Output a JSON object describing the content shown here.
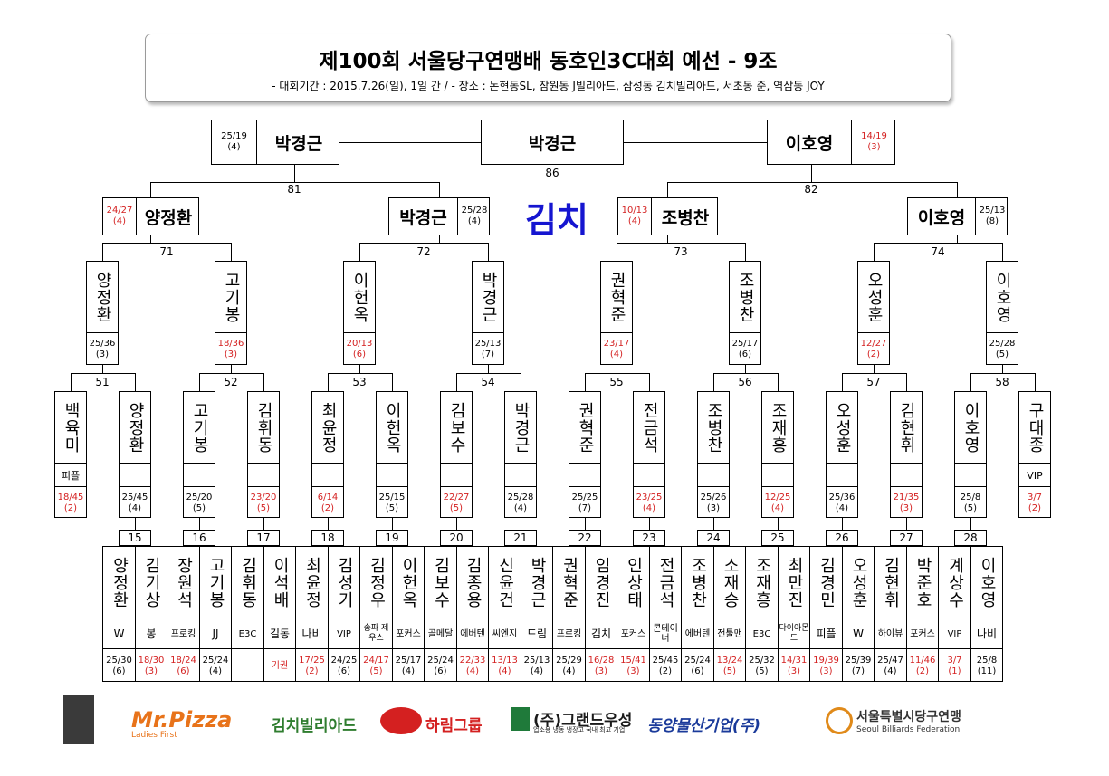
{
  "header": {
    "title": "제100회 서울당구연맹배 동호인3C대회 예선 - 9조",
    "subtitle": "- 대회기간 : 2015.7.26(일), 1일 간 / - 장소 : 논현동SL, 잠원동 J빌리아드, 삼성동 김치빌리아드, 서초동 준, 역삼동 JOY"
  },
  "venue_label": "김치",
  "final": {
    "left": {
      "name": "박경근",
      "score": "25/19",
      "avg": "(4)",
      "red": false
    },
    "center": {
      "name": "박경근",
      "match": "86"
    },
    "right": {
      "name": "이호영",
      "score": "14/19",
      "avg": "(3)",
      "red": true
    }
  },
  "semis": [
    {
      "match": "81",
      "left": {
        "name": "양정환",
        "score": "24/27",
        "avg": "(4)",
        "red": true
      },
      "right": {
        "name": "박경근",
        "score": "25/28",
        "avg": "(4)",
        "red": false
      }
    },
    {
      "match": "82",
      "left": {
        "name": "조병찬",
        "score": "10/13",
        "avg": "(4)",
        "red": true
      },
      "right": {
        "name": "이호영",
        "score": "25/13",
        "avg": "(8)",
        "red": false
      }
    }
  ],
  "quarters": [
    {
      "match": "71",
      "p": [
        {
          "name": "양정환",
          "score": "25/36",
          "avg": "(3)",
          "red": false
        },
        {
          "name": "고기봉",
          "score": "18/36",
          "avg": "(3)",
          "red": true
        }
      ]
    },
    {
      "match": "72",
      "p": [
        {
          "name": "이헌옥",
          "score": "20/13",
          "avg": "(6)",
          "red": true
        },
        {
          "name": "박경근",
          "score": "25/13",
          "avg": "(7)",
          "red": false
        }
      ]
    },
    {
      "match": "73",
      "p": [
        {
          "name": "권혁준",
          "score": "23/17",
          "avg": "(4)",
          "red": true
        },
        {
          "name": "조병찬",
          "score": "25/17",
          "avg": "(6)",
          "red": false
        }
      ]
    },
    {
      "match": "74",
      "p": [
        {
          "name": "오성훈",
          "score": "12/27",
          "avg": "(2)",
          "red": true
        },
        {
          "name": "이호영",
          "score": "25/28",
          "avg": "(5)",
          "red": false
        }
      ]
    }
  ],
  "round16": [
    {
      "match": "51",
      "p": [
        {
          "name": "백육미",
          "club": "피플",
          "score": "18/45",
          "avg": "(2)",
          "red": true
        },
        {
          "name": "양정환",
          "club": "",
          "score": "25/45",
          "avg": "(4)",
          "red": false
        }
      ]
    },
    {
      "match": "52",
      "p": [
        {
          "name": "고기봉",
          "club": "",
          "score": "25/20",
          "avg": "(5)",
          "red": false
        },
        {
          "name": "김휘동",
          "club": "",
          "score": "23/20",
          "avg": "(5)",
          "red": true
        }
      ]
    },
    {
      "match": "53",
      "p": [
        {
          "name": "최윤정",
          "club": "",
          "score": "6/14",
          "avg": "(2)",
          "red": true
        },
        {
          "name": "이헌옥",
          "club": "",
          "score": "25/15",
          "avg": "(5)",
          "red": false
        }
      ]
    },
    {
      "match": "54",
      "p": [
        {
          "name": "김보수",
          "club": "",
          "score": "22/27",
          "avg": "(5)",
          "red": true
        },
        {
          "name": "박경근",
          "club": "",
          "score": "25/28",
          "avg": "(4)",
          "red": false
        }
      ]
    },
    {
      "match": "55",
      "p": [
        {
          "name": "권혁준",
          "club": "",
          "score": "25/25",
          "avg": "(7)",
          "red": false
        },
        {
          "name": "전금석",
          "club": "",
          "score": "23/25",
          "avg": "(4)",
          "red": true
        }
      ]
    },
    {
      "match": "56",
      "p": [
        {
          "name": "조병찬",
          "club": "",
          "score": "25/26",
          "avg": "(3)",
          "red": false
        },
        {
          "name": "조재흥",
          "club": "",
          "score": "12/25",
          "avg": "(4)",
          "red": true
        }
      ]
    },
    {
      "match": "57",
      "p": [
        {
          "name": "오성훈",
          "club": "",
          "score": "25/36",
          "avg": "(4)",
          "red": false
        },
        {
          "name": "김현휘",
          "club": "",
          "score": "21/35",
          "avg": "(3)",
          "red": true
        }
      ]
    },
    {
      "match": "58",
      "p": [
        {
          "name": "이호영",
          "club": "",
          "score": "25/8",
          "avg": "(5)",
          "red": false
        },
        {
          "name": "구대종",
          "club": "VIP",
          "score": "3/7",
          "avg": "(2)",
          "red": true
        }
      ]
    }
  ],
  "round32": [
    {
      "match": "15",
      "p": [
        {
          "name": "양정환",
          "club": "W",
          "score": "25/30",
          "avg": "(6)",
          "red": false
        },
        {
          "name": "김기상",
          "club": "봉",
          "score": "18/30",
          "avg": "(3)",
          "red": true
        }
      ]
    },
    {
      "match": "16",
      "p": [
        {
          "name": "장원석",
          "club": "프로킹",
          "score": "18/24",
          "avg": "(6)",
          "red": true
        },
        {
          "name": "고기봉",
          "club": "JJ",
          "score": "25/24",
          "avg": "(4)",
          "red": false
        }
      ]
    },
    {
      "match": "17",
      "p": [
        {
          "name": "김휘동",
          "club": "E3C",
          "score": "",
          "avg": "",
          "red": false
        },
        {
          "name": "이석배",
          "club": "길동",
          "score": "",
          "avg": "기권",
          "red": true
        }
      ]
    },
    {
      "match": "18",
      "p": [
        {
          "name": "최윤정",
          "club": "나비",
          "score": "17/25",
          "avg": "(2)",
          "red": true
        },
        {
          "name": "김성기",
          "club": "VIP",
          "score": "24/25",
          "avg": "(6)",
          "red": false
        }
      ]
    },
    {
      "match": "19",
      "p": [
        {
          "name": "김정우",
          "club": "송파 제우스",
          "score": "24/17",
          "avg": "(5)",
          "red": true
        },
        {
          "name": "이헌옥",
          "club": "포커스",
          "score": "25/17",
          "avg": "(4)",
          "red": false
        }
      ]
    },
    {
      "match": "20",
      "p": [
        {
          "name": "김보수",
          "club": "골메달",
          "score": "25/24",
          "avg": "(6)",
          "red": false
        },
        {
          "name": "김종용",
          "club": "에버텐",
          "score": "22/33",
          "avg": "(4)",
          "red": true
        }
      ]
    },
    {
      "match": "21",
      "p": [
        {
          "name": "신윤건",
          "club": "씨엔지",
          "score": "13/13",
          "avg": "(4)",
          "red": true
        },
        {
          "name": "박경근",
          "club": "드림",
          "score": "25/13",
          "avg": "(4)",
          "red": false
        }
      ]
    },
    {
      "match": "22",
      "p": [
        {
          "name": "권혁준",
          "club": "프로킹",
          "score": "25/29",
          "avg": "(4)",
          "red": false
        },
        {
          "name": "임경진",
          "club": "김치",
          "score": "16/28",
          "avg": "(3)",
          "red": true
        }
      ]
    },
    {
      "match": "23",
      "p": [
        {
          "name": "인상태",
          "club": "포커스",
          "score": "15/41",
          "avg": "(3)",
          "red": true
        },
        {
          "name": "전금석",
          "club": "콘테이너",
          "score": "25/45",
          "avg": "(2)",
          "red": false
        }
      ]
    },
    {
      "match": "24",
      "p": [
        {
          "name": "조병찬",
          "club": "에버텐",
          "score": "25/24",
          "avg": "(6)",
          "red": false
        },
        {
          "name": "소재승",
          "club": "전툴맨",
          "score": "13/24",
          "avg": "(5)",
          "red": true
        }
      ]
    },
    {
      "match": "25",
      "p": [
        {
          "name": "조재흥",
          "club": "E3C",
          "score": "25/32",
          "avg": "(5)",
          "red": false
        },
        {
          "name": "최만진",
          "club": "다이아몬드",
          "score": "14/31",
          "avg": "(3)",
          "red": true
        }
      ]
    },
    {
      "match": "26",
      "p": [
        {
          "name": "김경민",
          "club": "피플",
          "score": "19/39",
          "avg": "(3)",
          "red": true
        },
        {
          "name": "오성훈",
          "club": "W",
          "score": "25/39",
          "avg": "(7)",
          "red": false
        }
      ]
    },
    {
      "match": "27",
      "p": [
        {
          "name": "김현휘",
          "club": "하이뷰",
          "score": "25/47",
          "avg": "(4)",
          "red": false
        },
        {
          "name": "박준호",
          "club": "포커스",
          "score": "11/46",
          "avg": "(2)",
          "red": true
        }
      ]
    },
    {
      "match": "28",
      "p": [
        {
          "name": "계상수",
          "club": "VIP",
          "score": "3/7",
          "avg": "(1)",
          "red": true
        },
        {
          "name": "이호영",
          "club": "나비",
          "score": "25/8",
          "avg": "(11)",
          "red": false
        }
      ]
    }
  ],
  "sponsors": [
    {
      "name": "Mr.Pizza",
      "sub": "Ladies First",
      "color": "#e8731a"
    },
    {
      "name": "김치빌리아드",
      "sub": "",
      "color": "#2f7d2f"
    },
    {
      "name": "하림그룹",
      "sub": "",
      "color": "#d42020"
    },
    {
      "name": "(주)그랜드우성",
      "sub": "업소용 냉동 냉장고 국내 최고 기업",
      "color": "#1a1a1a"
    },
    {
      "name": "동양물산기업(주)",
      "sub": "",
      "color": "#1a3a9a"
    },
    {
      "name": "서울특별시당구연맹",
      "sub": "Seoul Billiards Federation",
      "color": "#333333"
    }
  ]
}
